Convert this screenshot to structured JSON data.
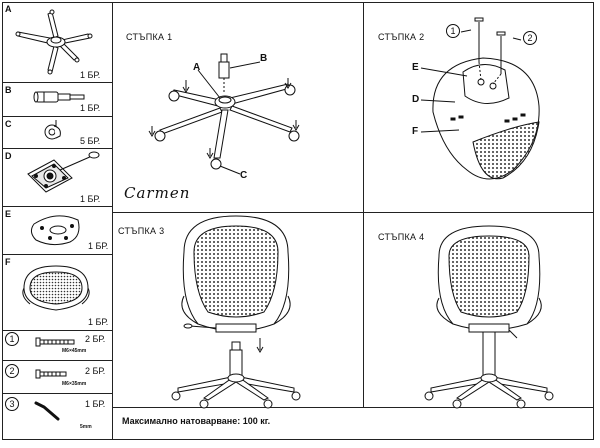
{
  "parts": {
    "A": {
      "letter": "A",
      "qty": "1 БР."
    },
    "B": {
      "letter": "B",
      "qty": "1 БР."
    },
    "C": {
      "letter": "C",
      "qty": "5 БР."
    },
    "D": {
      "letter": "D",
      "qty": "1 БР."
    },
    "E": {
      "letter": "E",
      "qty": "1 БР."
    },
    "F": {
      "letter": "F",
      "qty": "1 БР."
    },
    "bolt1": {
      "num": "1",
      "qty": "2 БР.",
      "size": "M6×45mm"
    },
    "bolt2": {
      "num": "2",
      "qty": "2 БР.",
      "size": "M6×35mm"
    },
    "key3": {
      "num": "3",
      "qty": "1 БР.",
      "size": "5mm"
    }
  },
  "steps": {
    "s1": {
      "title": "СТЪПКА 1",
      "labels": {
        "a": "A",
        "b": "B",
        "c": "C"
      }
    },
    "s2": {
      "title": "СТЪПКА 2",
      "labels": {
        "e": "E",
        "d": "D",
        "f": "F",
        "one": "1",
        "two": "2"
      }
    },
    "s3": {
      "title": "СТЪПКА 3"
    },
    "s4": {
      "title": "СТЪПКА 4"
    }
  },
  "brand": "Carmen",
  "max_load": "Максимално натоварване: 100 кг."
}
